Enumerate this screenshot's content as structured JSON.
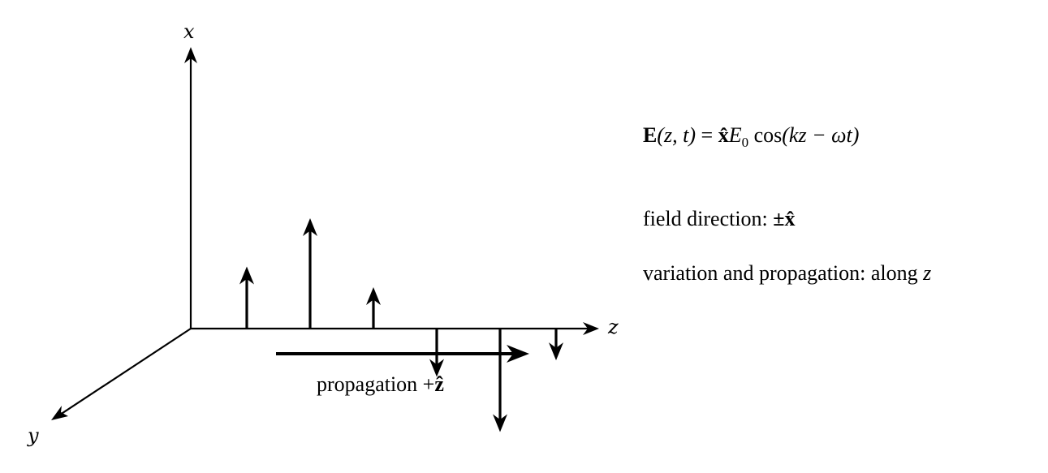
{
  "axes": {
    "x_label": "x",
    "y_label": "y",
    "z_label": "z"
  },
  "propagation": {
    "label_text": "propagation +",
    "label_vector": "ẑ"
  },
  "field_vectors": {
    "description_values": [
      0.45,
      0.8,
      0.3,
      -0.35,
      -0.75,
      -0.23
    ]
  },
  "equation": {
    "lhs_vector": "E",
    "lhs_args": "(z, t)",
    "equals": " = ",
    "rhs_unit": "x̂",
    "rhs_amp": "E",
    "rhs_amp_sub": "0",
    "rhs_func": " cos",
    "rhs_arg": "(kz − ωt)"
  },
  "field_direction": {
    "label": "field direction: ",
    "value": "±x̂"
  },
  "variation": {
    "label": "variation and propagation: along ",
    "axis": "z"
  }
}
